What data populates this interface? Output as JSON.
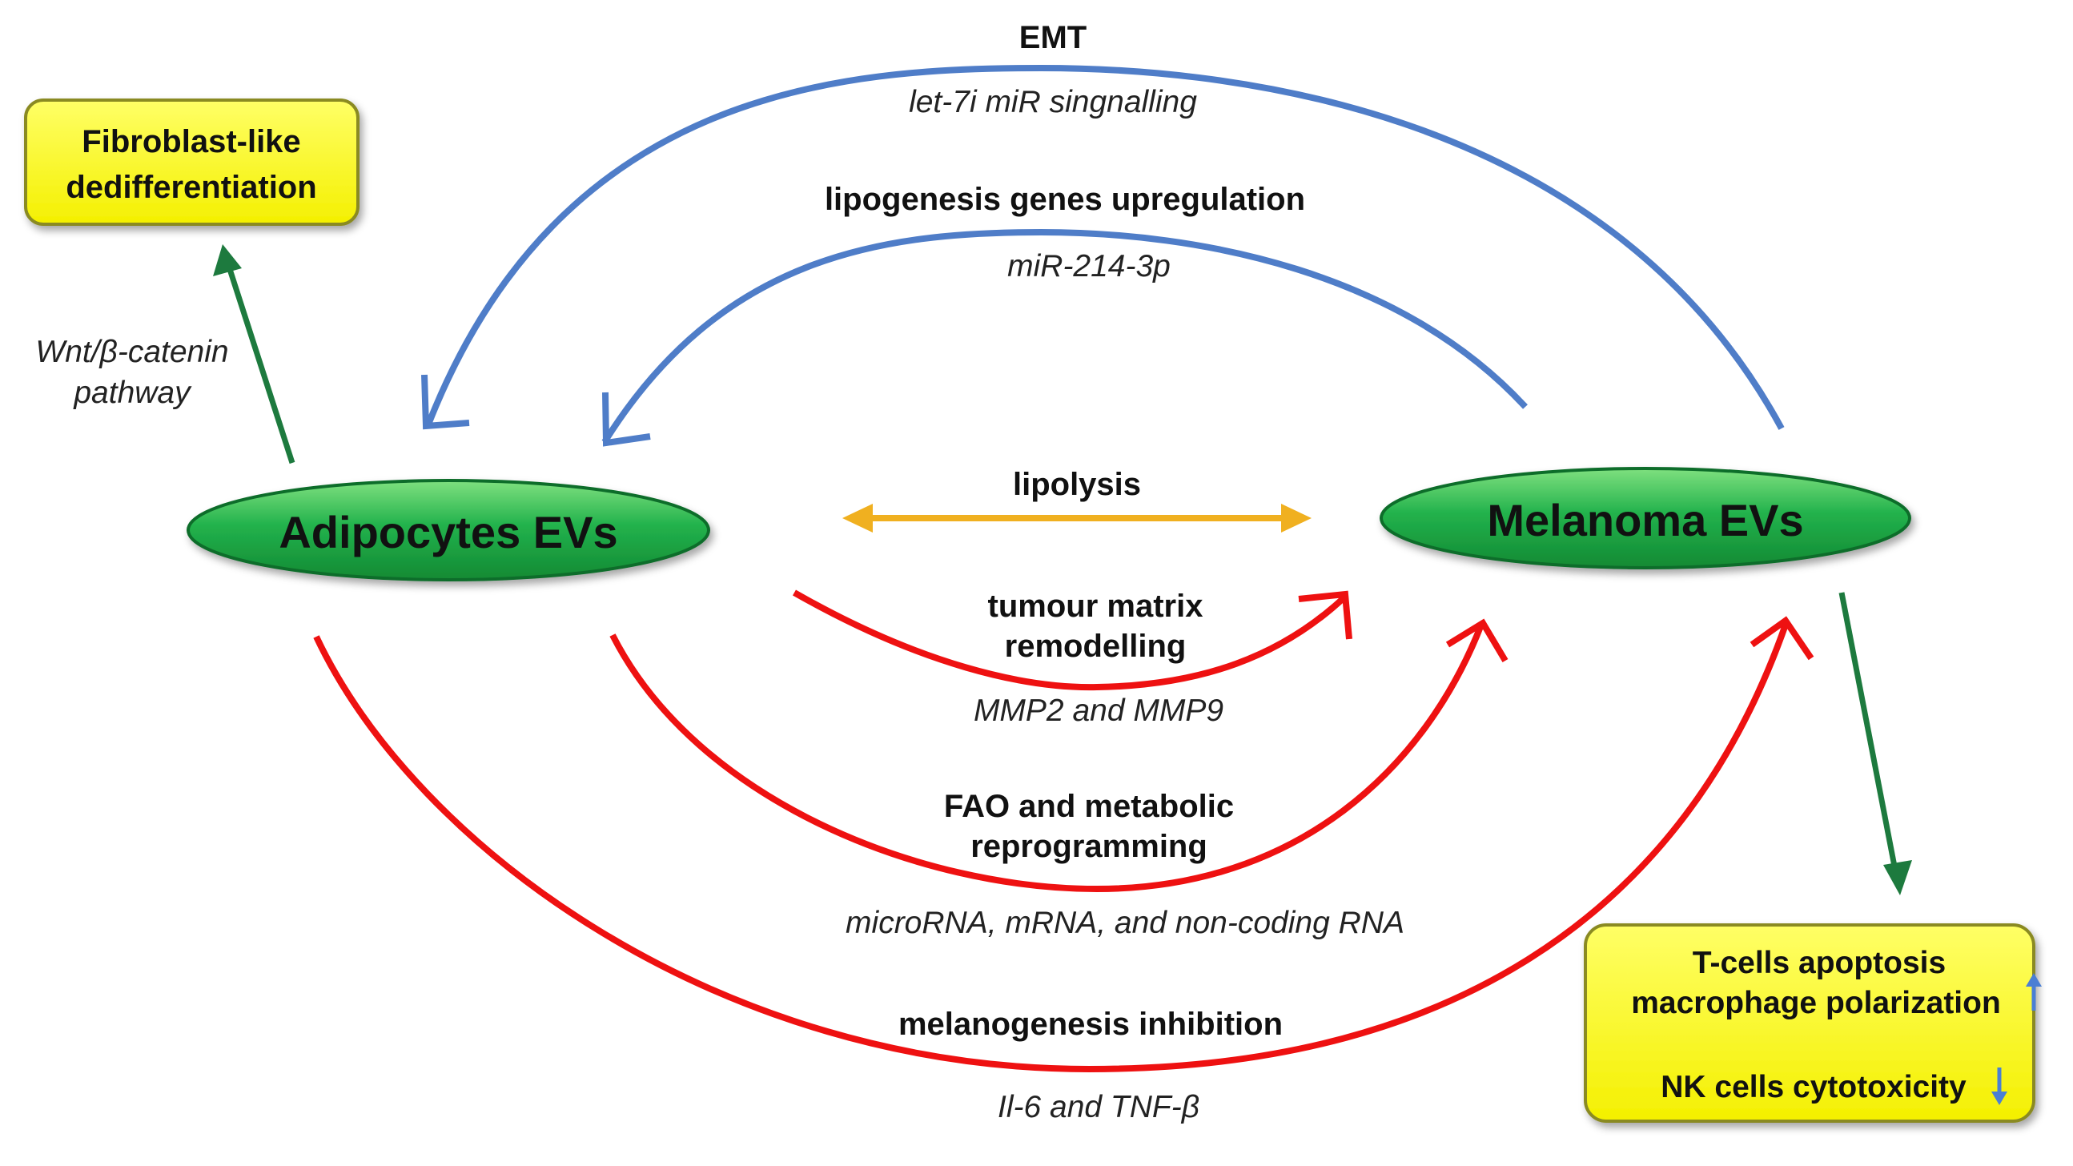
{
  "colors": {
    "blue_arrow": "#4f7dc8",
    "red_arrow": "#ee1111",
    "gold_arrow": "#f0b020",
    "green_arrow": "#1d7a3e",
    "node_fill": "#1fa84a",
    "box_fill": "#ffff22",
    "up_down_arrow": "#4a7fd4"
  },
  "nodes": {
    "adipocytes": "Adipocytes EVs",
    "melanoma": "Melanoma EVs"
  },
  "boxes": {
    "fibroblast": {
      "line1": "Fibroblast-like",
      "line2": "dedifferentiation"
    },
    "immune": {
      "line1": "T-cells apoptosis",
      "line2": "macrophage polarization",
      "line3": "NK cells cytotoxicity",
      "up_icon": "arrow-up-icon",
      "down_icon": "arrow-down-icon"
    }
  },
  "labels": {
    "emt": "EMT",
    "emt_sub": "let-7i miR singnalling",
    "lipogenesis": "lipogenesis genes upregulation",
    "lipogenesis_sub": "miR-214-3p",
    "wnt_line1": "Wnt/β-catenin",
    "wnt_line2": "pathway",
    "lipolysis": "lipolysis",
    "tumour_line1": "tumour matrix",
    "tumour_line2": "remodelling",
    "tumour_sub": "MMP2 and MMP9",
    "fao_line1": "FAO and metabolic",
    "fao_line2": "reprogramming",
    "fao_sub": "microRNA, mRNA, and non-coding RNA",
    "melanogenesis": "melanogenesis inhibition",
    "melanogenesis_sub": "Il-6 and TNF-β"
  }
}
